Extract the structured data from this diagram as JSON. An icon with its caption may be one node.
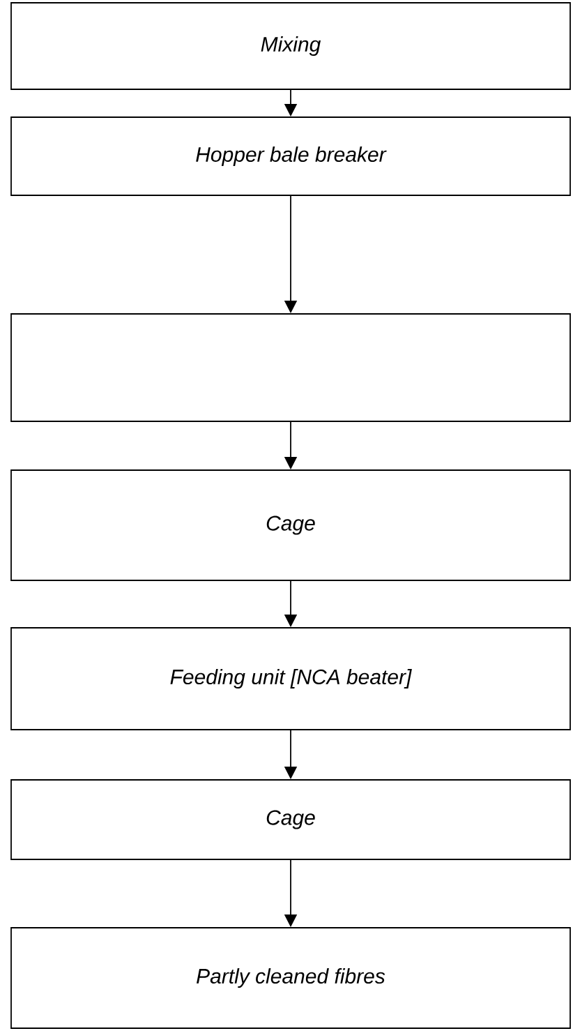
{
  "diagram": {
    "nodes": [
      {
        "text": [
          "Mixing"
        ]
      },
      {
        "text": [
          "Hopper bale breaker"
        ]
      },
      {
        "text": [],
        "shape": "box"
      },
      {
        "text": [
          "Cage"
        ]
      },
      {
        "text": [
          "Feeding unit [NCA beater]"
        ]
      },
      {
        "text": [
          "Cage"
        ]
      },
      {
        "text": [
          "Partly cleaned fibres"
        ]
      }
    ],
    "edges": [
      {
        "from": 0,
        "to": 1,
        "arrow": "to"
      },
      {
        "from": 1,
        "to": 2,
        "arrow": "to"
      },
      {
        "from": 2,
        "to": 3,
        "arrow": "to"
      },
      {
        "from": 3,
        "to": 4,
        "arrow": "to"
      },
      {
        "from": 4,
        "to": 5,
        "arrow": "to"
      },
      {
        "from": 5,
        "to": 6,
        "arrow": "to"
      }
    ]
  }
}
